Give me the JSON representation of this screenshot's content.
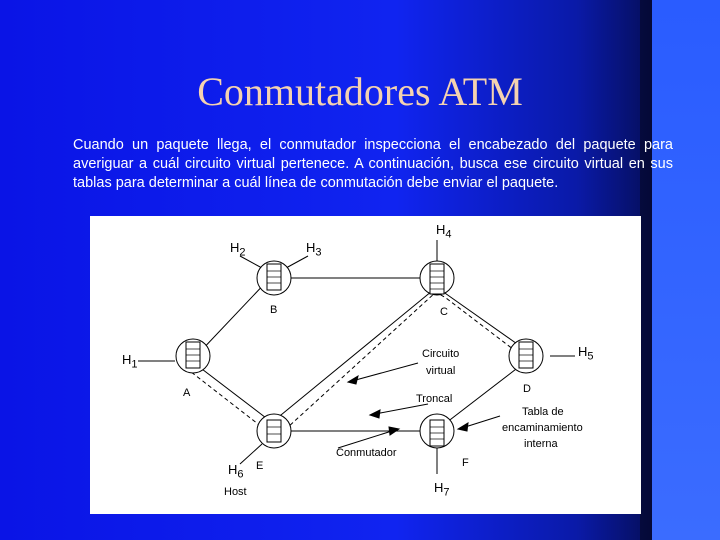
{
  "slide": {
    "title": "Conmutadores ATM",
    "paragraph": "Cuando un paquete llega, el conmutador inspecciona el encabezado del paquete para averiguar a cuál circuito virtual pertenece. A continuación, busca ese circuito virtual en sus tablas para determinar a cuál línea de conmutación debe enviar el paquete."
  },
  "diagram": {
    "hosts": {
      "h1": {
        "letter": "H",
        "num": "1"
      },
      "h2": {
        "letter": "H",
        "num": "2"
      },
      "h3": {
        "letter": "H",
        "num": "3"
      },
      "h4": {
        "letter": "H",
        "num": "4"
      },
      "h5": {
        "letter": "H",
        "num": "5"
      },
      "h6": {
        "letter": "H",
        "num": "6"
      },
      "h7": {
        "letter": "H",
        "num": "7"
      }
    },
    "switches": {
      "a": "A",
      "b": "B",
      "c": "C",
      "d": "D",
      "e": "E",
      "f": "F"
    },
    "annotations": {
      "circuito": "Circuito",
      "virtual": "virtual",
      "troncal": "Troncal",
      "tabla1": "Tabla de",
      "tabla2": "encaminamiento",
      "tabla3": "interna",
      "conmutador": "Conmutador",
      "host": "Host"
    }
  }
}
